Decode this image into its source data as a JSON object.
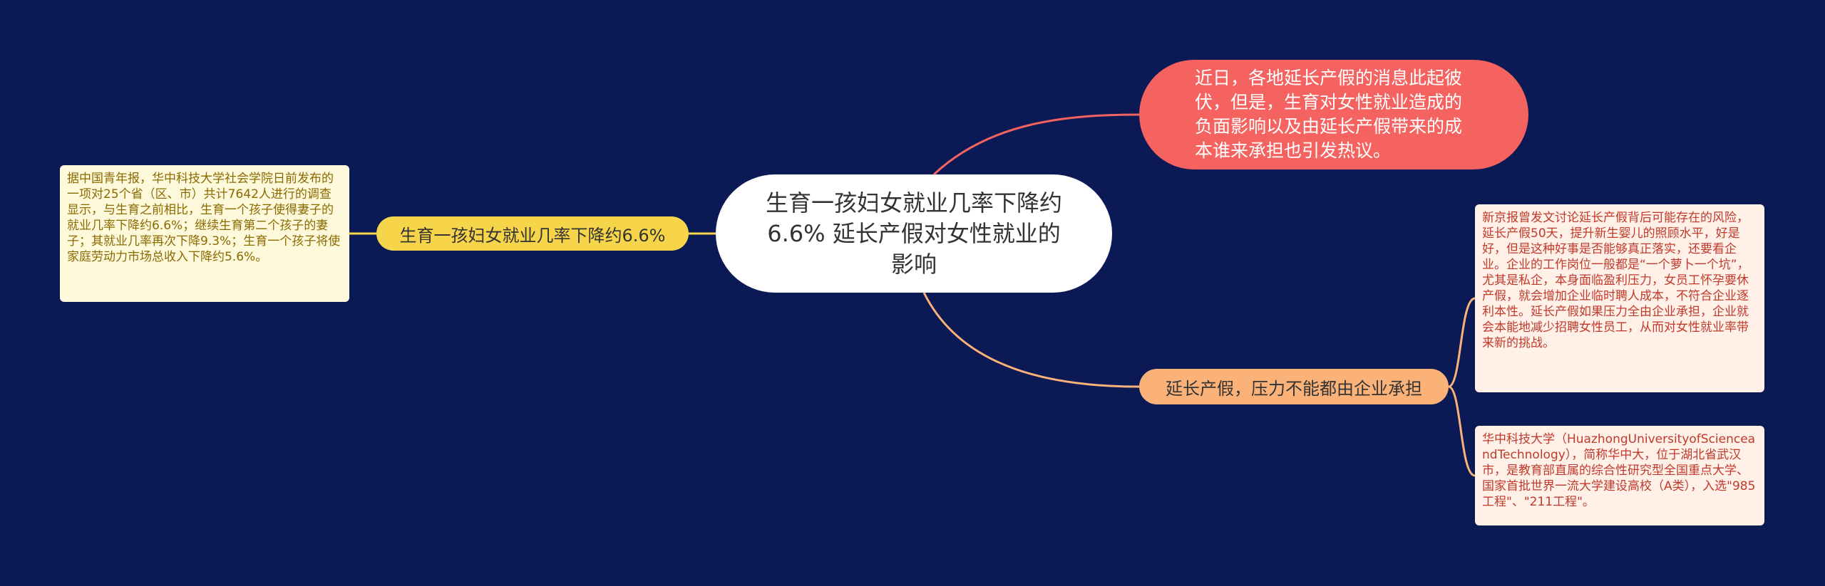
{
  "colors": {
    "background": "#0b1a55",
    "center_node": "#ffffff",
    "top_node": "#f46360",
    "left_branch": "#f7d54a",
    "right_branch": "#fbb278",
    "left_note": "#fff9dc",
    "right_note": "#fff1e8"
  },
  "center": {
    "text": "生育一孩妇女就业几率下降约6.6% 延长产假对女性就业的影响"
  },
  "top_branch": {
    "text": "近日，各地延长产假的消息此起彼伏，但是，生育对女性就业造成的负面影响以及由延长产假带来的成本谁来承担也引发热议。"
  },
  "left_branch": {
    "label": "生育一孩妇女就业几率下降约6.6%",
    "note": "据中国青年报，华中科技大学社会学院日前发布的一项对25个省（区、市）共计7642人进行的调查显示，与生育之前相比，生育一个孩子使得妻子的就业几率下降约6.6%；继续生育第二个孩子的妻子；其就业几率再次下降9.3%；生育一个孩子将使家庭劳动力市场总收入下降约5.6%。"
  },
  "right_branch": {
    "label": "延长产假，压力不能都由企业承担",
    "notes": [
      "新京报曾发文讨论延长产假背后可能存在的风险，延长产假50天，提升新生婴儿的照顾水平，好是好，但是这种好事是否能够真正落实，还要看企业。企业的工作岗位一般都是“一个萝卜一个坑”，尤其是私企，本身面临盈利压力，女员工怀孕要休产假，就会增加企业临时聘人成本，不符合企业逐利本性。延长产假如果压力全由企业承担，企业就会本能地减少招聘女性员工，从而对女性就业率带来新的挑战。",
      "华中科技大学（HuazhongUniversityofScienceandTechnology），简称华中大，位于湖北省武汉市，是教育部直属的综合性研究型全国重点大学、国家首批世界一流大学建设高校（A类），入选\"985工程\"、\"211工程\"。"
    ]
  }
}
